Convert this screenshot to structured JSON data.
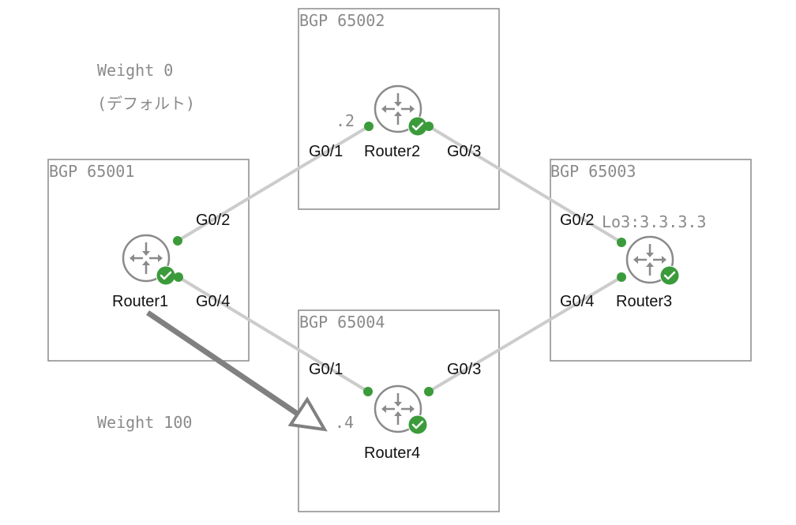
{
  "as_boxes": [
    {
      "id": "as65002",
      "label": "BGP 65002"
    },
    {
      "id": "as65001",
      "label": "BGP 65001"
    },
    {
      "id": "as65003",
      "label": "BGP 65003"
    },
    {
      "id": "as65004",
      "label": "BGP 65004"
    }
  ],
  "routers": [
    {
      "name": "Router1",
      "status": "ok"
    },
    {
      "name": "Router2",
      "status": "ok"
    },
    {
      "name": "Router3",
      "status": "ok"
    },
    {
      "name": "Router4",
      "status": "ok"
    }
  ],
  "interfaces": {
    "r1_g02": "G0/2",
    "r1_g04": "G0/4",
    "r2_g01": "G0/1",
    "r2_g03": "G0/3",
    "r3_g02": "G0/2",
    "r3_g04": "G0/4",
    "r4_g01": "G0/1",
    "r4_g03": "G0/3"
  },
  "links": [
    {
      "from": "Router1 G0/2",
      "to": "Router2 G0/1"
    },
    {
      "from": "Router1 G0/4",
      "to": "Router4 G0/1"
    },
    {
      "from": "Router2 G0/3",
      "to": "Router3 G0/2"
    },
    {
      "from": "Router4 G0/3",
      "to": "Router3 G0/4"
    }
  ],
  "annotations": {
    "r2_host": ".2",
    "r4_host": ".4",
    "r3_loopback": "Lo3:3.3.3.3",
    "weight_default_line1": "Weight 0",
    "weight_default_line2": "(デフォルト)",
    "weight_100": "Weight 100"
  },
  "preferred_path": {
    "from": "Router1",
    "to": "Router4 (.4)",
    "weight": 100
  },
  "colors": {
    "port_green": "#3b9b3b",
    "link_gray": "#cccccc",
    "arrow_gray": "#808080",
    "box_border": "#8a8a8a"
  }
}
